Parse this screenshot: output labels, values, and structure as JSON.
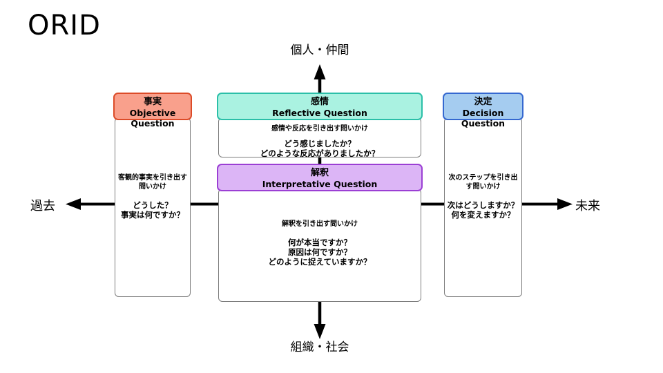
{
  "title": "ORID",
  "axis_labels": {
    "top": "個人・仲間",
    "bottom": "組織・社会",
    "left": "過去",
    "right": "未来"
  },
  "colors": {
    "axis": "#000000",
    "body_border": "#7b7b7b"
  },
  "boxes": {
    "objective": {
      "title_ja": "事実",
      "title_en": "Objective Question",
      "header_bg": "#F9A08C",
      "header_border": "#DC4B28",
      "prompt": "客観的事実を引き出す問いかけ",
      "questions": [
        "どうした？",
        "事実は何ですか？"
      ]
    },
    "reflective": {
      "title_ja": "感情",
      "title_en": "Reflective Question",
      "header_bg": "#AAF2E1",
      "header_border": "#2BBFA8",
      "prompt": "感情や反応を引き出す問いかけ",
      "questions": [
        "どう感じましたか？",
        "どのような反応がありましたか？"
      ]
    },
    "interpretative": {
      "title_ja": "解釈",
      "title_en": "Interpretative Question",
      "header_bg": "#DCB5F6",
      "header_border": "#9B3FD4",
      "prompt": "解釈を引き出す問いかけ",
      "questions": [
        "何が本当ですか？",
        "原因は何ですか？",
        "どのように捉えていますか？"
      ]
    },
    "decision": {
      "title_ja": "決定",
      "title_en": "Decision Question",
      "header_bg": "#A5CCF0",
      "header_border": "#3568D0",
      "prompt": "次のステップを引き出す問いかけ",
      "questions": [
        "次はどうしますか？",
        "何を変えますか？"
      ]
    }
  }
}
